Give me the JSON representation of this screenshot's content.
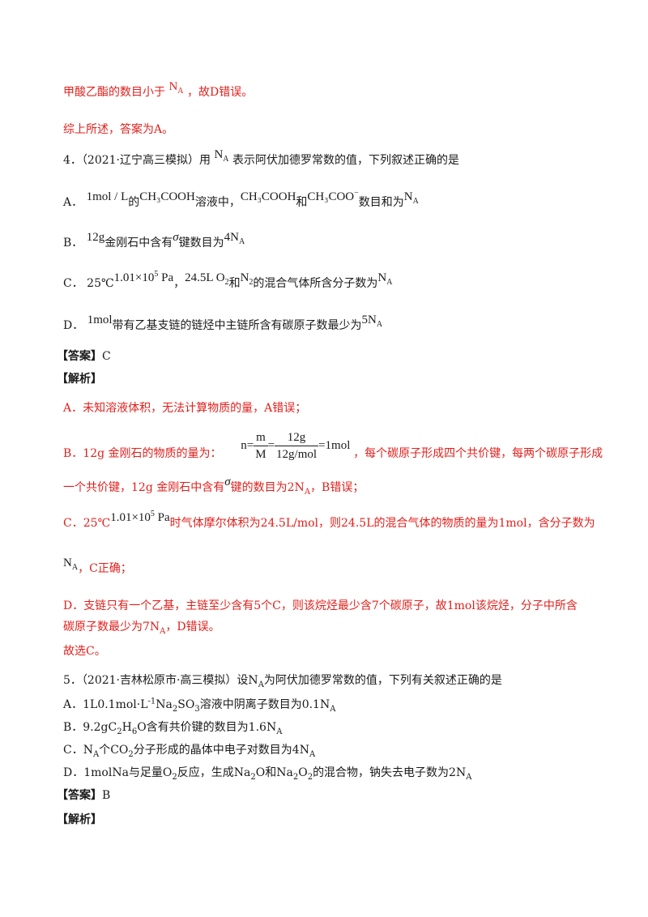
{
  "prev_tail": {
    "t1": "甲酸乙酯的数目小于",
    "na": "N",
    "na_sub": "A",
    "t2": "，故D错误。"
  },
  "summary": "综上所述，答案为A。",
  "q4": {
    "stem": {
      "num": "4．（2021·辽宁高三模拟）用",
      "na": "N",
      "na_sub": "A",
      "text": "表示阿伏加德罗常数的值，下列叙述正确的是"
    },
    "option_a": {
      "letter": "A．",
      "conc": "1mol / L",
      "t1": "的",
      "acid": "CH₃COOH",
      "t2": "溶液中，",
      "acid2": "CH₃COOH",
      "t3": "和",
      "ion": "CH₃COO",
      "ion_sup": "−",
      "t4": "数目和为",
      "na": "N",
      "na_sub": "A"
    },
    "option_b": {
      "letter": "B．",
      "mass": "12g",
      "t1": "金刚石中含有",
      "sigma": "σ",
      "t2": "键数目为",
      "val": "4N",
      "val_sub": "A"
    },
    "option_c": {
      "letter": "C．",
      "temp": "25℃",
      "pressure": "1.01×10",
      "pressure_sup": "5",
      "pressure_unit": " Pa",
      "t1": "，",
      "vol": "24.5L O",
      "vol_sub": "2",
      "t2": "和",
      "n2": "N",
      "n2_sub": "2",
      "t3": "的混合气体所含分子数为",
      "na": "N",
      "na_sub": "A"
    },
    "option_d": {
      "letter": "D．",
      "amt": "1mol",
      "t1": "带有乙基支链的链烃中主链所含有碳原子数最少为",
      "val": "5N",
      "val_sub": "A"
    },
    "answer_label": "【答案】",
    "answer": "C",
    "analysis_label": "【解析】",
    "analysis": {
      "a": "A．未知溶液体积，无法计算物质的量，A错误；",
      "b_t1": "B．12g 金刚石的物质的量为：",
      "b_formula_lhs": "n=",
      "b_frac1_num": "m",
      "b_frac1_den": "M",
      "b_eq": "=",
      "b_frac2_num": "12g",
      "b_frac2_den": "12g/mol",
      "b_formula_rhs": "=1mol",
      "b_t2": "，每个碳原子形成四个共价键，每两个碳原子形成",
      "b_l2_t1": "一个共价键，12g 金刚石中含有",
      "b_sigma": "σ",
      "b_l2_t2": "键的数目为2N",
      "b_l2_sub": "A",
      "b_l2_t3": "，B错误；",
      "c_t1": "C．25℃",
      "c_pressure": "1.01×10",
      "c_pressure_sup": "5",
      "c_pressure_unit": " Pa",
      "c_t2": "时气体摩尔体积为24.5L/mol，则24.5L的混合气体的物质的量为1mol，含分子数为",
      "c_na": "N",
      "c_na_sub": "A",
      "c_t3": "，C正确；",
      "d_l1": "D．支链只有一个乙基，主链至少含有5个C，则该烷烃最少含7个碳原子，故1mol该烷烃，分子中所含",
      "d_l2_t1": "碳原子数最少为7N",
      "d_l2_sub": "A",
      "d_l2_t2": "，D错误。",
      "conclusion": "故选C。"
    }
  },
  "q5": {
    "stem_t1": "5．（2021·吉林松原市·高三模拟）设N",
    "stem_sub": "A",
    "stem_t2": "为阿伏加德罗常数的值，下列有关叙述正确的是",
    "option_a": {
      "t1": "A．1L0.1mol·L",
      "sup": "-1",
      "t2": "Na",
      "s1": "2",
      "t3": "SO",
      "s2": "3",
      "t4": "溶液中阴离子数目为0.1N",
      "s3": "A"
    },
    "option_b": {
      "t1": "B．9.2gC",
      "s1": "2",
      "t2": "H",
      "s2": "6",
      "t3": "O含有共价键的数目为1.6N",
      "s3": "A"
    },
    "option_c": {
      "t1": "C．N",
      "s1": "A",
      "t2": "个CO",
      "s2": "2",
      "t3": "分子形成的晶体中电子对数目为4N",
      "s3": "A"
    },
    "option_d": {
      "t1": "D．1molNa与足量O",
      "s1": "2",
      "t2": "反应，生成Na",
      "s2": "2",
      "t3": "O和Na",
      "s3": "2",
      "t4": "O",
      "s4": "2",
      "t5": "的混合物，钠失去电子数为2N",
      "s5": "A"
    },
    "answer_label": "【答案】",
    "answer": "B",
    "analysis_label": "【解析】"
  }
}
